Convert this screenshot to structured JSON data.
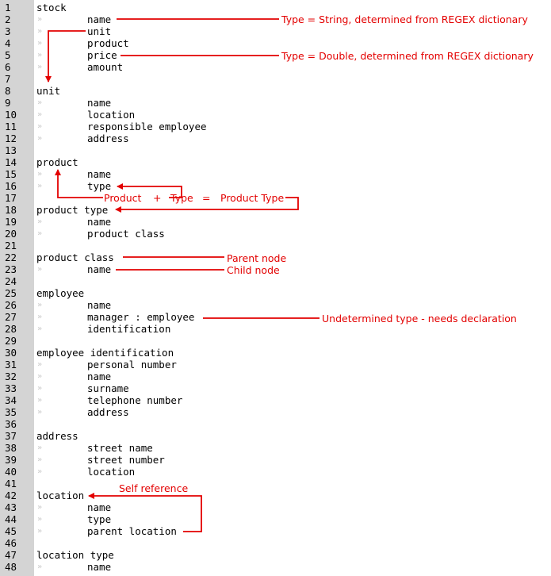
{
  "lines": [
    {
      "n": "1",
      "indent": false,
      "text": "stock"
    },
    {
      "n": "2",
      "indent": true,
      "text": "name"
    },
    {
      "n": "3",
      "indent": true,
      "text": "unit"
    },
    {
      "n": "4",
      "indent": true,
      "text": "product"
    },
    {
      "n": "5",
      "indent": true,
      "text": "price"
    },
    {
      "n": "6",
      "indent": true,
      "text": "amount"
    },
    {
      "n": "7",
      "indent": false,
      "text": ""
    },
    {
      "n": "8",
      "indent": false,
      "text": "unit"
    },
    {
      "n": "9",
      "indent": true,
      "text": "name"
    },
    {
      "n": "10",
      "indent": true,
      "text": "location"
    },
    {
      "n": "11",
      "indent": true,
      "text": "responsible employee"
    },
    {
      "n": "12",
      "indent": true,
      "text": "address"
    },
    {
      "n": "13",
      "indent": false,
      "text": ""
    },
    {
      "n": "14",
      "indent": false,
      "text": "product"
    },
    {
      "n": "15",
      "indent": true,
      "text": "name"
    },
    {
      "n": "16",
      "indent": true,
      "text": "type"
    },
    {
      "n": "17",
      "indent": false,
      "text": ""
    },
    {
      "n": "18",
      "indent": false,
      "text": "product type"
    },
    {
      "n": "19",
      "indent": true,
      "text": "name"
    },
    {
      "n": "20",
      "indent": true,
      "text": "product class"
    },
    {
      "n": "21",
      "indent": false,
      "text": ""
    },
    {
      "n": "22",
      "indent": false,
      "text": "product class"
    },
    {
      "n": "23",
      "indent": true,
      "text": "name"
    },
    {
      "n": "24",
      "indent": false,
      "text": ""
    },
    {
      "n": "25",
      "indent": false,
      "text": "employee"
    },
    {
      "n": "26",
      "indent": true,
      "text": "name"
    },
    {
      "n": "27",
      "indent": true,
      "text": "manager : employee"
    },
    {
      "n": "28",
      "indent": true,
      "text": "identification"
    },
    {
      "n": "29",
      "indent": false,
      "text": ""
    },
    {
      "n": "30",
      "indent": false,
      "text": "employee identification"
    },
    {
      "n": "31",
      "indent": true,
      "text": "personal number"
    },
    {
      "n": "32",
      "indent": true,
      "text": "name"
    },
    {
      "n": "33",
      "indent": true,
      "text": "surname"
    },
    {
      "n": "34",
      "indent": true,
      "text": "telephone number"
    },
    {
      "n": "35",
      "indent": true,
      "text": "address"
    },
    {
      "n": "36",
      "indent": false,
      "text": ""
    },
    {
      "n": "37",
      "indent": false,
      "text": "address"
    },
    {
      "n": "38",
      "indent": true,
      "text": "street name"
    },
    {
      "n": "39",
      "indent": true,
      "text": "street number"
    },
    {
      "n": "40",
      "indent": true,
      "text": "location"
    },
    {
      "n": "41",
      "indent": false,
      "text": ""
    },
    {
      "n": "42",
      "indent": false,
      "text": "location"
    },
    {
      "n": "43",
      "indent": true,
      "text": "name"
    },
    {
      "n": "44",
      "indent": true,
      "text": "type"
    },
    {
      "n": "45",
      "indent": true,
      "text": "parent location"
    },
    {
      "n": "46",
      "indent": false,
      "text": ""
    },
    {
      "n": "47",
      "indent": false,
      "text": "location type"
    },
    {
      "n": "48",
      "indent": true,
      "text": "name"
    }
  ],
  "tab_marker": "»",
  "annotations": {
    "name_type": "Type = String, determined from REGEX dictionary",
    "price_type": "Type = Double, determined from REGEX dictionary",
    "product_word": "Product",
    "plus": "+",
    "type_word": "Type",
    "equals": "=",
    "product_type_word": "Product Type",
    "parent_node": "Parent node",
    "child_node": "Child node",
    "undetermined": "Undetermined type - needs declaration",
    "self_reference": "Self reference"
  },
  "colors": {
    "annotation": "#e30000",
    "gutter": "#d4d4d4"
  }
}
